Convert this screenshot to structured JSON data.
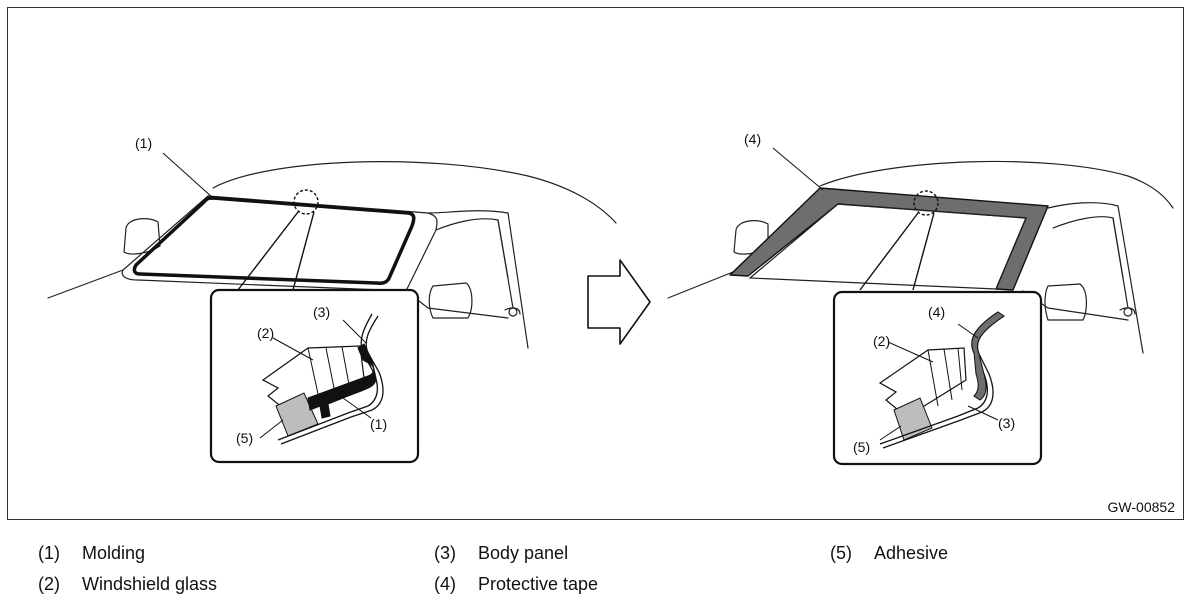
{
  "figure_id": "GW-00852",
  "callouts": {
    "n1": "(1)",
    "n2": "(2)",
    "n3": "(3)",
    "n4": "(4)",
    "n5": "(5)"
  },
  "legend": [
    {
      "num": "(1)",
      "text": "Molding"
    },
    {
      "num": "(2)",
      "text": "Windshield glass"
    },
    {
      "num": "(3)",
      "text": "Body panel"
    },
    {
      "num": "(4)",
      "text": "Protective tape"
    },
    {
      "num": "(5)",
      "text": "Adhesive"
    }
  ]
}
